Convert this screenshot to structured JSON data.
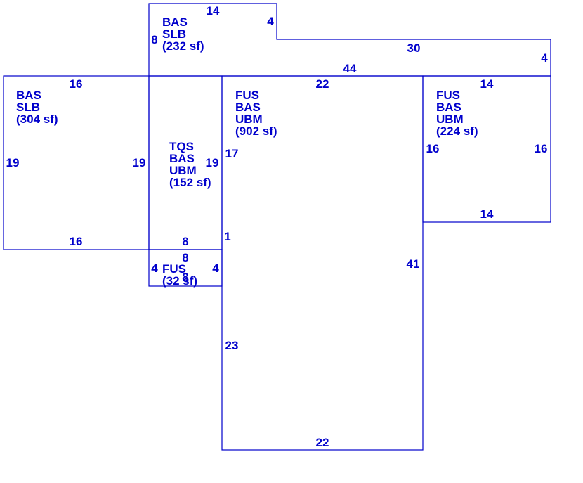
{
  "colors": {
    "line": "#0000cc",
    "text": "#0000cc",
    "background": "#ffffff"
  },
  "areas": {
    "top": {
      "l1": "BAS",
      "l2": "SLB",
      "l3": "(232 sf)"
    },
    "left": {
      "l1": "BAS",
      "l2": "SLB",
      "l3": "(304 sf)"
    },
    "tqs": {
      "l1": "TQS",
      "l2": "BAS",
      "l3": "UBM",
      "l4": "(152 sf)"
    },
    "center": {
      "l1": "FUS",
      "l2": "BAS",
      "l3": "UBM",
      "l4": "(902 sf)"
    },
    "right": {
      "l1": "FUS",
      "l2": "BAS",
      "l3": "UBM",
      "l4": "(224 sf)"
    },
    "small": {
      "l1": "FUS",
      "l2": "(32 sf)"
    }
  },
  "dims": {
    "top_14": "14",
    "top_4": "4",
    "top_8": "8",
    "top_30": "30",
    "top_4b": "4",
    "top_44": "44",
    "left_16t": "16",
    "left_19l": "19",
    "left_19r": "19",
    "left_16b": "16",
    "tqs_19": "19",
    "tqs_8": "8",
    "small_8": "8",
    "small_4l": "4",
    "small_4r": "4",
    "small_8b": "8",
    "center_22t": "22",
    "center_17": "17",
    "center_1": "1",
    "center_41": "41",
    "center_23": "23",
    "center_22b": "22",
    "right_14t": "14",
    "right_16l": "16",
    "right_16r": "16",
    "right_14b": "14"
  }
}
